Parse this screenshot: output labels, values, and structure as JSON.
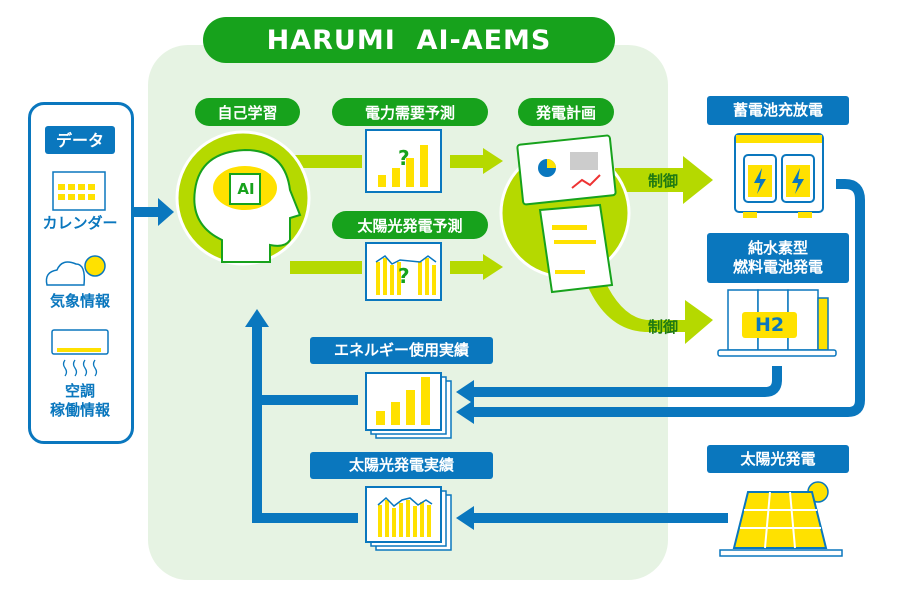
{
  "title": "HARUMI  AI-AEMS",
  "data_panel": {
    "header": "データ",
    "items": [
      "カレンダー",
      "気象情報",
      "空調\n稼働情報"
    ]
  },
  "ai_section": {
    "self_learning": "自己学習",
    "demand_forecast": "電力需要予測",
    "solar_forecast": "太陽光発電予測",
    "generation_plan": "発電計画",
    "ai_chip_label": "AI"
  },
  "control_label": "制御",
  "outputs": {
    "battery": "蓄電池充放電",
    "fuel_cell": "純水素型\n燃料電池発電",
    "fuel_cell_icon_label": "H2",
    "solar": "太陽光発電"
  },
  "results": {
    "energy_usage": "エネルギー使用実績",
    "solar_results": "太陽光発電実績"
  },
  "colors": {
    "green": "#17a21c",
    "lime": "#b5d900",
    "blue": "#0a77be",
    "yellow": "#ffe100",
    "panel": "#e6f3e3"
  }
}
